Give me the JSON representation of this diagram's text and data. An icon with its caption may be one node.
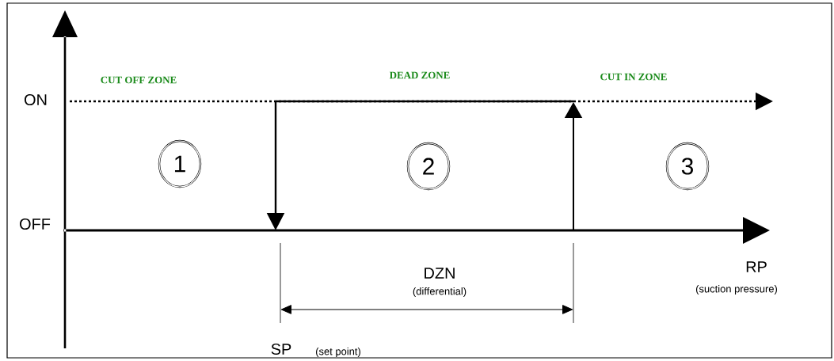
{
  "diagram": {
    "nodes": [
      {
        "text": [
          "1"
        ]
      },
      {
        "text": [
          "2"
        ]
      },
      {
        "text": [
          "3"
        ]
      }
    ],
    "labels": [
      "CUT OFF ZONE",
      "DEAD ZONE",
      "CUT IN ZONE",
      "ON",
      "OFF",
      "DZN",
      "(differential)",
      "RP",
      "(suction pressure)",
      "SP",
      "(set point)"
    ]
  }
}
